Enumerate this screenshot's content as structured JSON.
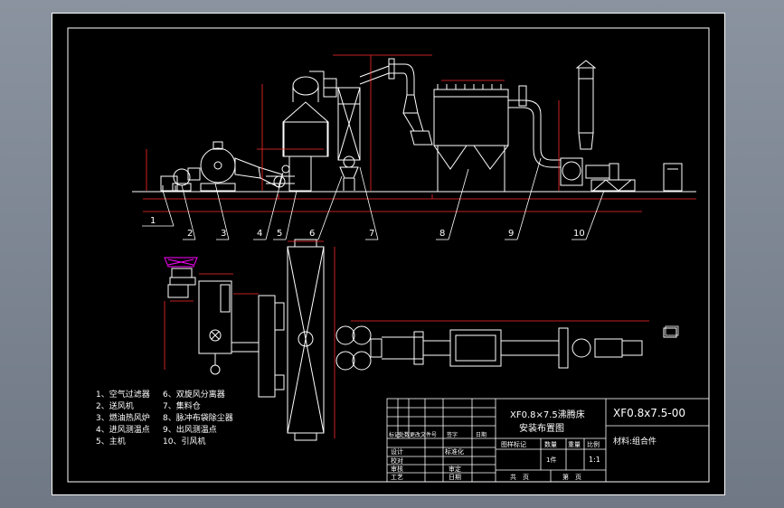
{
  "callouts": [
    "1",
    "2",
    "3",
    "4",
    "5",
    "6",
    "7",
    "8",
    "9",
    "10"
  ],
  "legend": [
    "1、空气过滤器",
    "2、送风机",
    "3、燃油热风炉",
    "4、进风测温点",
    "5、主机",
    "6、双旋风分离器",
    "7、集料仓",
    "8、脉冲布袋除尘器",
    "9、出风测温点",
    "10、引风机"
  ],
  "title_block": {
    "title_line1": "XF0.8×7.5沸腾床",
    "title_line2": "安装布置图",
    "drawing_no": "XF0.8x7.5-00",
    "material": "材料:组合件",
    "scale": "1:1",
    "quantity": "1件",
    "row_labels": [
      "设计",
      "校对",
      "审核",
      "工艺"
    ],
    "col_labels": [
      "标记",
      "处数",
      "更改文件号",
      "签字",
      "日期"
    ],
    "std": "标准化",
    "approve": "审定",
    "date": "日期",
    "stage": "图样标记",
    "weight": "重量",
    "scale_label": "比例",
    "qty_label": "数量",
    "sheets_total": "共　页",
    "sheet_no": "第　页"
  },
  "colors": {
    "line": "#ffffff",
    "equip": "#ffffff",
    "dim": "#ff2a2a",
    "dim_text": "#ffff66",
    "callout": "#ffffff",
    "filter": "#ff00ff",
    "frame": "#ffffff"
  }
}
